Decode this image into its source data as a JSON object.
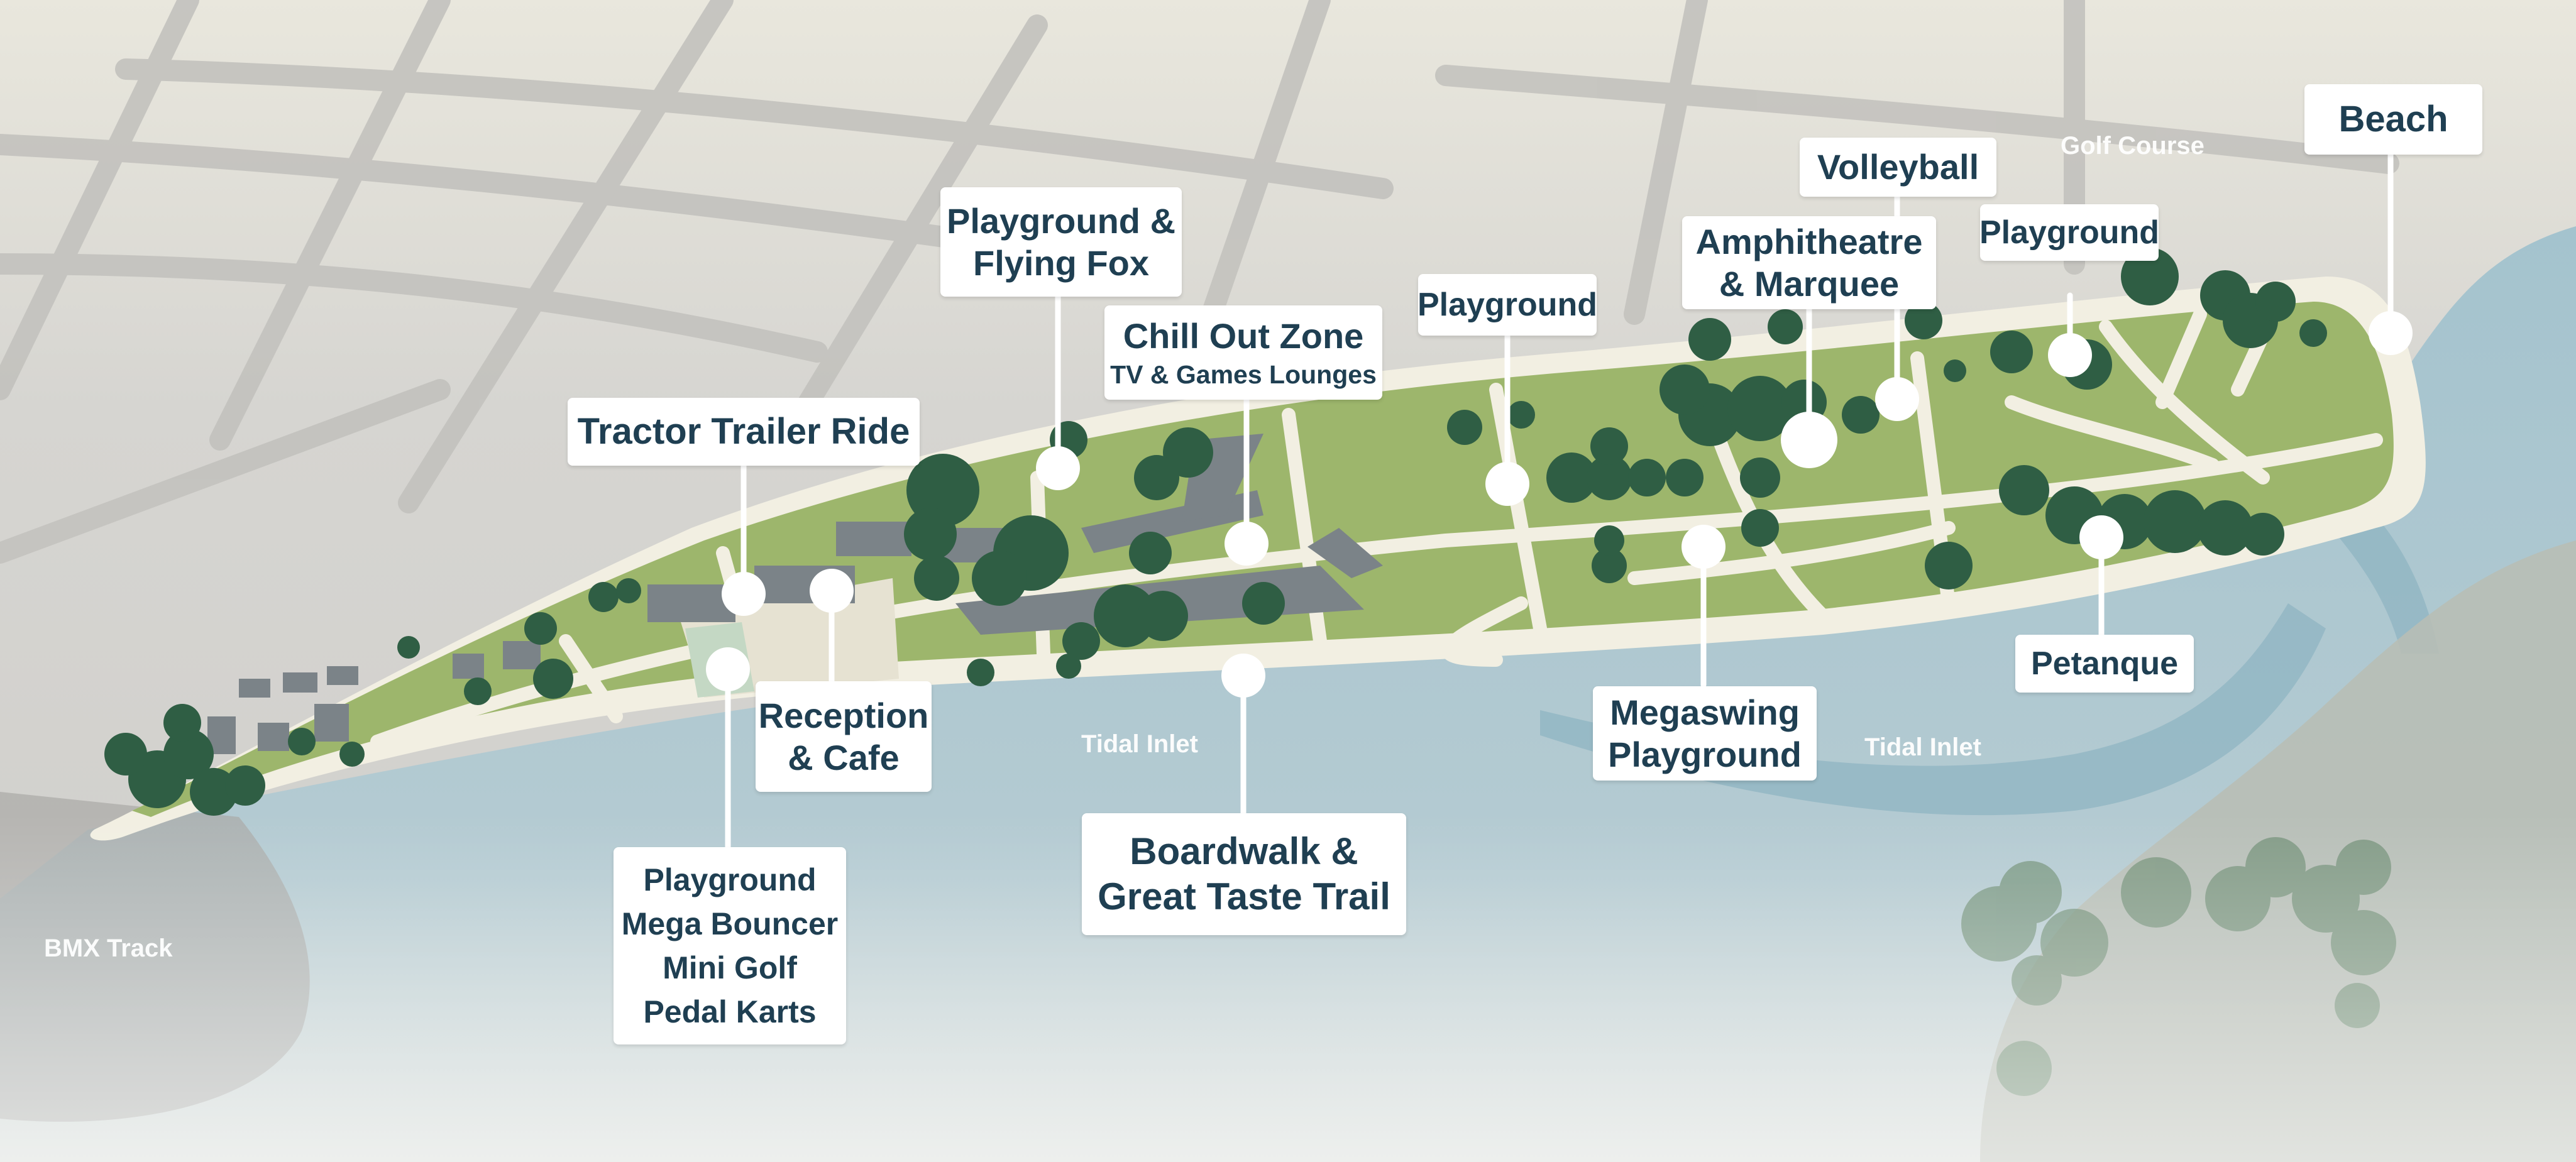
{
  "colors": {
    "background": "#d4d3cf",
    "road": "#c6c5c1",
    "water": "#9fbfcb",
    "water_dark": "#8db2c0",
    "grass": "#9db66c",
    "sand": "#f2efe2",
    "tree": "#2f5e44",
    "building": "#7b8388",
    "callout_bg": "#ffffff",
    "callout_text": "#1f3f52",
    "marker": "#ffffff",
    "area_label": "#ffffff"
  },
  "icons": {
    "marker": "location-dot-icon",
    "tree": "tree-icon",
    "building": "cabin-icon"
  },
  "area_labels": {
    "golf_course": "Golf Course",
    "tidal_inlet_1": "Tidal Inlet",
    "tidal_inlet_2": "Tidal Inlet",
    "bmx_track": "BMX Track"
  },
  "callouts": {
    "tractor_trailer": "Tractor Trailer Ride",
    "flying_fox": {
      "line1": "Playground &",
      "line2": "Flying Fox"
    },
    "chill_out": {
      "title": "Chill Out Zone",
      "subtitle": "TV & Games Lounges"
    },
    "playground_mid": "Playground",
    "amphitheatre": {
      "line1": "Amphitheatre",
      "line2": "& Marquee"
    },
    "volleyball": "Volleyball",
    "playground_east": "Playground",
    "beach": "Beach",
    "reception": {
      "line1": "Reception",
      "line2": "& Cafe"
    },
    "entry_activities": [
      "Playground",
      "Mega Bouncer",
      "Mini Golf",
      "Pedal Karts"
    ],
    "boardwalk": {
      "line1": "Boardwalk &",
      "line2": "Great Taste Trail"
    },
    "megaswing": {
      "line1": "Megaswing",
      "line2": "Playground"
    },
    "petanque": "Petanque"
  }
}
